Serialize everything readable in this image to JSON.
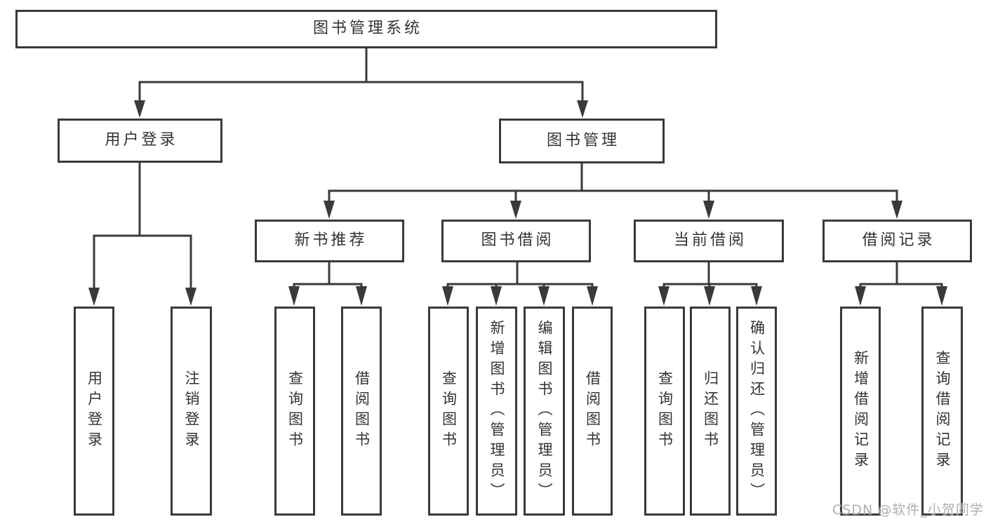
{
  "tree": {
    "root": "图书管理系统",
    "branches": [
      {
        "label": "用户登录",
        "children": [
          "用户登录",
          "注销登录"
        ]
      },
      {
        "label": "图书管理",
        "sections": [
          {
            "label": "新书推荐",
            "children": [
              "查询图书",
              "借阅图书"
            ]
          },
          {
            "label": "图书借阅",
            "children": [
              "查询图书",
              "新增图书（管理员）",
              "编辑图书（管理员）",
              "借阅图书"
            ]
          },
          {
            "label": "当前借阅",
            "children": [
              "查询图书",
              "归还图书",
              "确认归还（管理员）"
            ]
          },
          {
            "label": "借阅记录",
            "children": [
              "新增借阅记录",
              "查询借阅记录"
            ]
          }
        ]
      }
    ]
  },
  "watermark": "CSDN @软件_小贺同学",
  "colors": {
    "line": "#3a3a3a",
    "box_border": "#3a3a3a",
    "text": "#333333",
    "watermark": "#aeaeae",
    "background": "#ffffff"
  }
}
